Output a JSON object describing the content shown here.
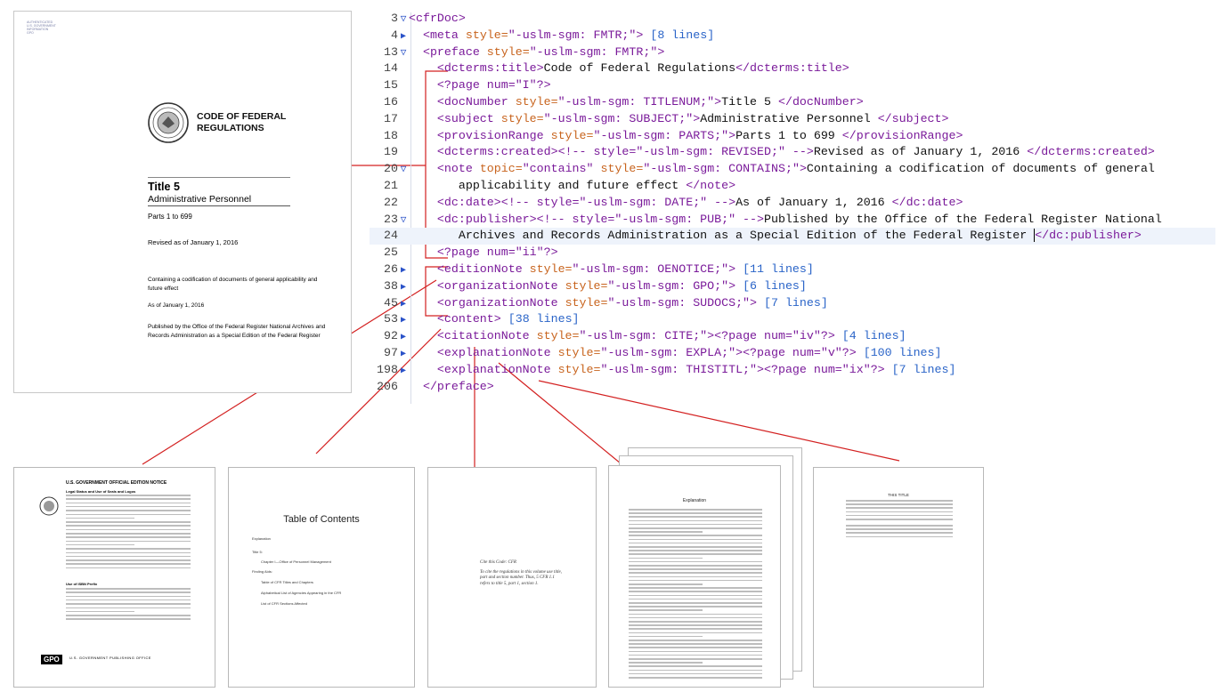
{
  "cover": {
    "logo_text": "AUTHENTICATED\nU.S. GOVERNMENT\nINFORMATION\nGPO",
    "cfr_title": "CODE OF FEDERAL REGULATIONS",
    "title": "Title 5",
    "subtitle": "Administrative Personnel",
    "parts": "Parts 1 to 699",
    "revised": "Revised as of January 1, 2016",
    "contains": "Containing a codification of documents of general applicability and future effect",
    "as_of": "As of January 1, 2016",
    "published_by": "Published by the Office of the Federal Register National Archives and Records Administration as a Special Edition of the Federal Register"
  },
  "editor": {
    "lines": [
      {
        "num": "3",
        "fold": "open",
        "indent": 0,
        "parts": [
          [
            "tag",
            "<cfrDoc>"
          ]
        ]
      },
      {
        "num": "4",
        "fold": "closed",
        "indent": 1,
        "parts": [
          [
            "tag",
            "<meta "
          ],
          [
            "attr",
            "style="
          ],
          [
            "val",
            "\"-uslm-sgm: FMTR;\""
          ],
          [
            "tag",
            ">"
          ],
          [
            "fold-note",
            " [8 lines]"
          ]
        ]
      },
      {
        "num": "13",
        "fold": "open",
        "indent": 1,
        "parts": [
          [
            "tag",
            "<preface "
          ],
          [
            "attr",
            "style="
          ],
          [
            "val",
            "\"-uslm-sgm: FMTR;\""
          ],
          [
            "tag",
            ">"
          ]
        ]
      },
      {
        "num": "14",
        "fold": "",
        "indent": 2,
        "parts": [
          [
            "tag",
            "<dcterms:title>"
          ],
          [
            "txt",
            "Code of Federal Regulations"
          ],
          [
            "tag",
            "</dcterms:title>"
          ]
        ]
      },
      {
        "num": "15",
        "fold": "",
        "indent": 2,
        "parts": [
          [
            "pi",
            "<?page num=\"I\"?>"
          ]
        ]
      },
      {
        "num": "16",
        "fold": "",
        "indent": 2,
        "parts": [
          [
            "tag",
            "<docNumber "
          ],
          [
            "attr",
            "style="
          ],
          [
            "val",
            "\"-uslm-sgm: TITLENUM;\""
          ],
          [
            "tag",
            ">"
          ],
          [
            "txt",
            "Title 5 "
          ],
          [
            "tag",
            "</docNumber>"
          ]
        ]
      },
      {
        "num": "17",
        "fold": "",
        "indent": 2,
        "parts": [
          [
            "tag",
            "<subject "
          ],
          [
            "attr",
            "style="
          ],
          [
            "val",
            "\"-uslm-sgm: SUBJECT;\""
          ],
          [
            "tag",
            ">"
          ],
          [
            "txt",
            "Administrative Personnel "
          ],
          [
            "tag",
            "</subject>"
          ]
        ]
      },
      {
        "num": "18",
        "fold": "",
        "indent": 2,
        "parts": [
          [
            "tag",
            "<provisionRange "
          ],
          [
            "attr",
            "style="
          ],
          [
            "val",
            "\"-uslm-sgm: PARTS;\""
          ],
          [
            "tag",
            ">"
          ],
          [
            "txt",
            "Parts 1 to 699 "
          ],
          [
            "tag",
            "</provisionRange>"
          ]
        ]
      },
      {
        "num": "19",
        "fold": "",
        "indent": 2,
        "parts": [
          [
            "tag",
            "<dcterms:created>"
          ],
          [
            "cm",
            "<!-- style=\"-uslm-sgm: REVISED;\" -->"
          ],
          [
            "txt",
            "Revised as of January 1, 2016 "
          ],
          [
            "tag",
            "</dcterms:created>"
          ]
        ]
      },
      {
        "num": "20",
        "fold": "open",
        "indent": 2,
        "parts": [
          [
            "tag",
            "<note "
          ],
          [
            "attr",
            "topic="
          ],
          [
            "val",
            "\"contains\" "
          ],
          [
            "attr",
            "style="
          ],
          [
            "val",
            "\"-uslm-sgm: CONTAINS;\""
          ],
          [
            "tag",
            ">"
          ],
          [
            "txt",
            "Containing a codification of documents of general"
          ]
        ]
      },
      {
        "num": "21",
        "fold": "",
        "indent": 3,
        "parts": [
          [
            "txt",
            "applicability and future effect "
          ],
          [
            "tag",
            "</note>"
          ]
        ]
      },
      {
        "num": "22",
        "fold": "",
        "indent": 2,
        "parts": [
          [
            "tag",
            "<dc:date>"
          ],
          [
            "cm",
            "<!-- style=\"-uslm-sgm: DATE;\" -->"
          ],
          [
            "txt",
            "As of January 1, 2016 "
          ],
          [
            "tag",
            "</dc:date>"
          ]
        ]
      },
      {
        "num": "23",
        "fold": "open",
        "indent": 2,
        "parts": [
          [
            "tag",
            "<dc:publisher>"
          ],
          [
            "cm",
            "<!-- style=\"-uslm-sgm: PUB;\" -->"
          ],
          [
            "txt",
            "Published by the Office of the Federal Register National"
          ]
        ]
      },
      {
        "num": "24",
        "fold": "",
        "indent": 3,
        "highlight": true,
        "caret": true,
        "parts": [
          [
            "txt",
            "Archives and Records Administration as a Special Edition of the Federal Register "
          ],
          [
            "caret",
            ""
          ],
          [
            "tag",
            "</dc:publisher>"
          ]
        ]
      },
      {
        "num": "25",
        "fold": "",
        "indent": 2,
        "parts": [
          [
            "pi",
            "<?page num=\"ii\"?>"
          ]
        ]
      },
      {
        "num": "26",
        "fold": "closed",
        "indent": 2,
        "parts": [
          [
            "tag",
            "<editionNote "
          ],
          [
            "attr",
            "style="
          ],
          [
            "val",
            "\"-uslm-sgm: OENOTICE;\""
          ],
          [
            "tag",
            ">"
          ],
          [
            "fold-note",
            " [11 lines]"
          ]
        ]
      },
      {
        "num": "38",
        "fold": "closed",
        "indent": 2,
        "parts": [
          [
            "tag",
            "<organizationNote "
          ],
          [
            "attr",
            "style="
          ],
          [
            "val",
            "\"-uslm-sgm: GPO;\""
          ],
          [
            "tag",
            ">"
          ],
          [
            "fold-note",
            " [6 lines]"
          ]
        ]
      },
      {
        "num": "45",
        "fold": "closed",
        "indent": 2,
        "parts": [
          [
            "tag",
            "<organizationNote "
          ],
          [
            "attr",
            "style="
          ],
          [
            "val",
            "\"-uslm-sgm: SUDOCS;\""
          ],
          [
            "tag",
            ">"
          ],
          [
            "fold-note",
            " [7 lines]"
          ]
        ]
      },
      {
        "num": "53",
        "fold": "closed",
        "indent": 2,
        "parts": [
          [
            "tag",
            "<content>"
          ],
          [
            "fold-note",
            " [38 lines]"
          ]
        ]
      },
      {
        "num": "92",
        "fold": "closed",
        "indent": 2,
        "parts": [
          [
            "tag",
            "<citationNote "
          ],
          [
            "attr",
            "style="
          ],
          [
            "val",
            "\"-uslm-sgm: CITE;\""
          ],
          [
            "tag",
            ">"
          ],
          [
            "pi",
            "<?page num=\"iv\"?>"
          ],
          [
            "fold-note",
            " [4 lines]"
          ]
        ]
      },
      {
        "num": "97",
        "fold": "closed",
        "indent": 2,
        "parts": [
          [
            "tag",
            "<explanationNote "
          ],
          [
            "attr",
            "style="
          ],
          [
            "val",
            "\"-uslm-sgm: EXPLA;\""
          ],
          [
            "tag",
            ">"
          ],
          [
            "pi",
            "<?page num=\"v\"?>"
          ],
          [
            "fold-note",
            " [100 lines]"
          ]
        ]
      },
      {
        "num": "198",
        "fold": "closed",
        "indent": 2,
        "parts": [
          [
            "tag",
            "<explanationNote "
          ],
          [
            "attr",
            "style="
          ],
          [
            "val",
            "\"-uslm-sgm: THISTITL;\""
          ],
          [
            "tag",
            ">"
          ],
          [
            "pi",
            "<?page num=\"ix\"?>"
          ],
          [
            "fold-note",
            " [7 lines]"
          ]
        ]
      },
      {
        "num": "206",
        "fold": "",
        "indent": 1,
        "parts": [
          [
            "tag",
            "</preface>"
          ]
        ]
      }
    ]
  },
  "thumbs": {
    "notice": {
      "heading": "U.S. GOVERNMENT OFFICIAL EDITION NOTICE",
      "sub1": "Legal Status and Use of Seals and Logos",
      "sub2": "Use of ISBN Prefix",
      "gpo": "GPO",
      "gpo_name": "U.S. GOVERNMENT PUBLISHING OFFICE"
    },
    "toc": {
      "title": "Table of Contents",
      "rows": [
        "Explanation",
        "Title 5:",
        "Chapter I—Office of Personnel Management",
        "Finding Aids:",
        "Table of CFR Titles and Chapters",
        "Alphabetical List of Agencies Appearing in the CFR",
        "List of CFR Sections Affected"
      ]
    },
    "cite": {
      "line1": "Cite this Code:  CFR",
      "line2": "To cite the regulations in this volume use title, part and section number. Thus, 5 CFR 1.1 refers to title 5, part 1, section 1."
    },
    "explanation": {
      "title": "Explanation"
    },
    "thistitle": {
      "title": "THIS TITLE"
    }
  }
}
